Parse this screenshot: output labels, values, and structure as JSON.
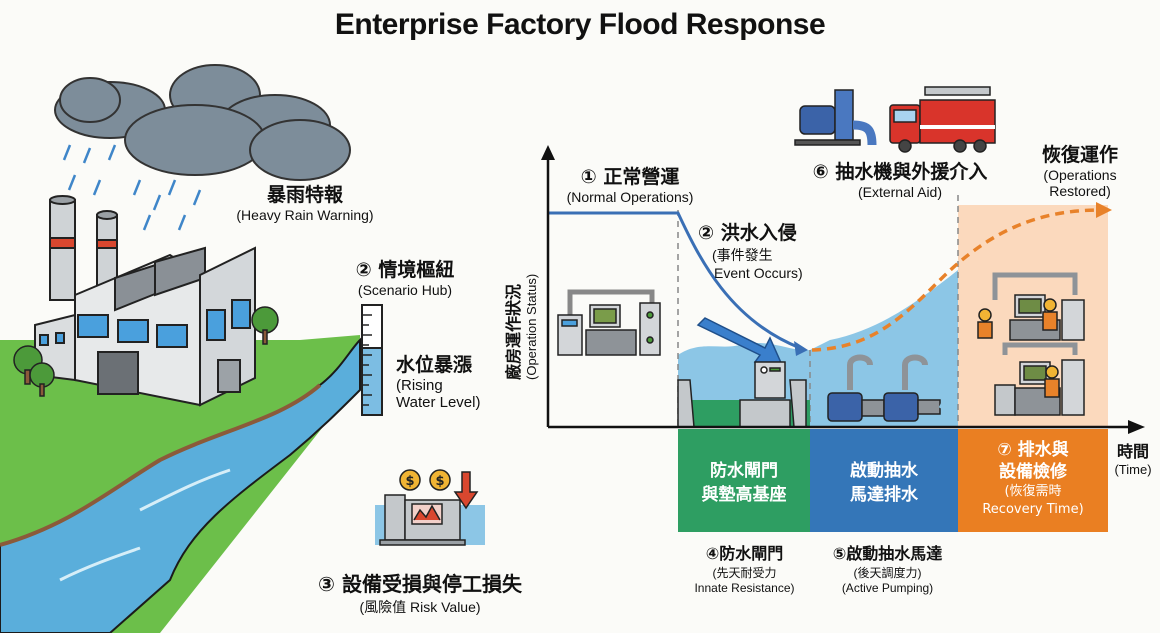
{
  "title": "Enterprise Factory Flood Response",
  "left_panel": {
    "heavy_rain": {
      "zh": "暴雨特報",
      "en": "(Heavy Rain Warning)"
    },
    "scenario_hub": {
      "num": "②",
      "zh": "情境樞紐",
      "en": "(Scenario Hub)"
    },
    "rising_water": {
      "zh": "水位暴漲",
      "en_line1": "(Rising",
      "en_line2": "Water Level)"
    },
    "risk_value": {
      "num": "③",
      "zh": "設備受損與停工損失",
      "en": "(風險值 Risk Value)"
    }
  },
  "chart": {
    "y_axis_label_zh": "廠房運作狀況",
    "y_axis_label_en": "(Operation Status)",
    "x_axis_label_zh": "時間",
    "x_axis_label_en": "(Time)",
    "stage1": {
      "num": "①",
      "zh": "正常營運",
      "en": "(Normal Operations)"
    },
    "stage2": {
      "num": "②",
      "zh": "洪水入侵",
      "zh2": "(事件發生",
      "en": "Event Occurs)"
    },
    "stage6": {
      "num": "⑥",
      "zh": "抽水機與外援介入",
      "en": "(External Aid)"
    },
    "restored": {
      "zh": "恢復運作",
      "en_line1": "(Operations",
      "en_line2": "Restored)"
    },
    "phases": [
      {
        "line1": "防水閘門",
        "line2": "與墊高基座",
        "color": "#2e9e62"
      },
      {
        "line1": "啟動抽水",
        "line2": "馬達排水",
        "color": "#3476b8"
      },
      {
        "num": "⑦",
        "line1": "排水與",
        "line2": "設備檢修",
        "line3": "(恢復需時",
        "line4": "Recovery Time)",
        "color": "#ea7f22"
      }
    ],
    "below": {
      "stage4": {
        "num": "④",
        "zh": "防水閘門",
        "zh2": "(先天耐受力",
        "en": "Innate Resistance)"
      },
      "stage5": {
        "num": "⑤",
        "zh": "啟動抽水馬達",
        "zh2": "(後天調度力)",
        "en": "(Active Pumping)"
      }
    }
  },
  "colors": {
    "line_blue": "#3a6fb5",
    "orange": "#e8822a",
    "water": "#8cc6e6",
    "grass": "#6cbf4a",
    "river": "#5aaedb",
    "recovery_bg": "#fbd9bd"
  }
}
